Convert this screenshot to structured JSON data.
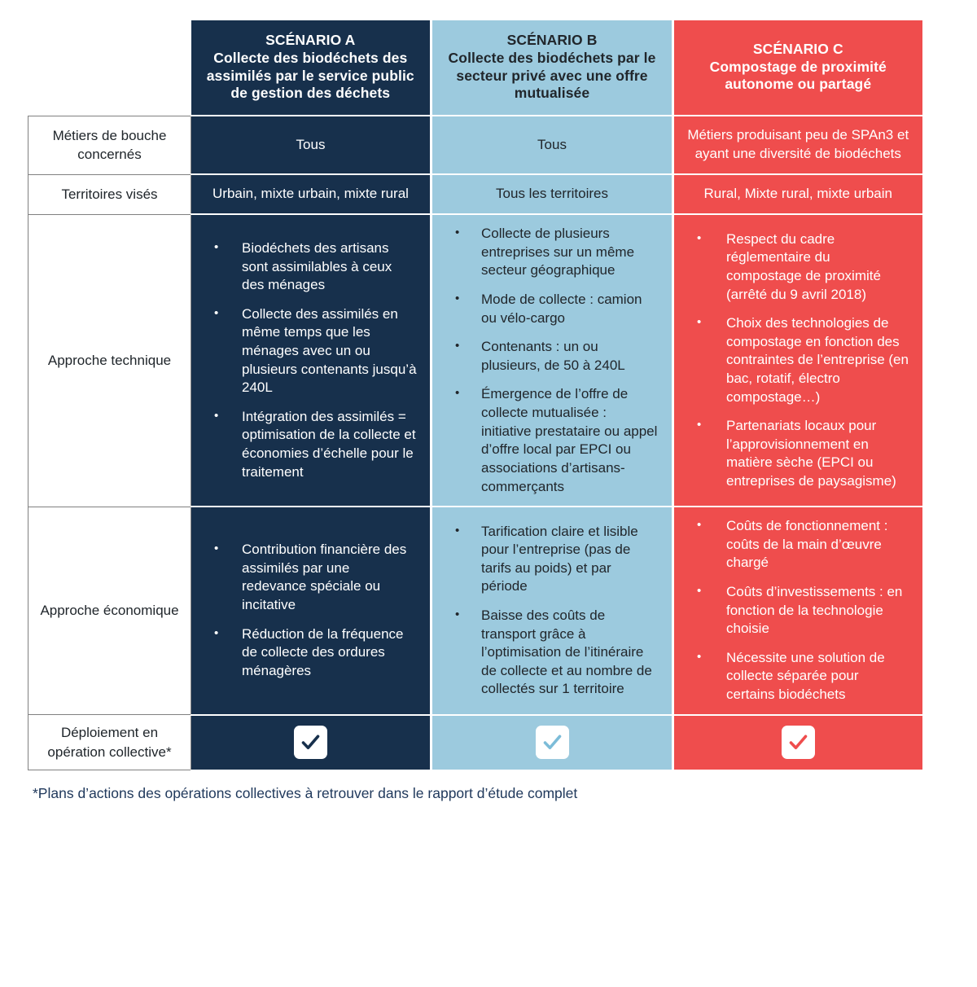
{
  "columns": [
    {
      "key": "a",
      "scenario": "SCÉNARIO A",
      "title": "Collecte des biodéchets des assimilés par le service public de gestion des déchets",
      "color": "#17304c",
      "text_color": "#ffffff"
    },
    {
      "key": "b",
      "scenario": "SCÉNARIO B",
      "title": "Collecte des biodéchets par le secteur privé avec une offre mutualisée",
      "color": "#9ccade",
      "text_color": "#21262b"
    },
    {
      "key": "c",
      "scenario": "SCÉNARIO C",
      "title": "Compostage de proximité autonome ou partagé",
      "color": "#ef4d4d",
      "text_color": "#ffffff"
    }
  ],
  "rows": [
    {
      "label": "Métiers de bouche concernés",
      "a": {
        "text": "Tous"
      },
      "b": {
        "text": "Tous"
      },
      "c": {
        "text": "Métiers produisant peu de SPAn3 et ayant une diversité de biodéchets"
      }
    },
    {
      "label": "Territoires visés",
      "a": {
        "text": "Urbain, mixte urbain, mixte rural"
      },
      "b": {
        "text": "Tous les territoires"
      },
      "c": {
        "text": "Rural, Mixte rural, mixte urbain"
      }
    },
    {
      "label": "Approche technique",
      "a": {
        "bullets": [
          "Biodéchets des artisans sont assimilables à ceux des ménages",
          "Collecte des assimilés en même temps que les ménages avec un ou plusieurs contenants jusqu’à 240L",
          "Intégration des assimilés = optimisation de la collecte et économies d’échelle pour le traitement"
        ]
      },
      "b": {
        "bullets": [
          "Collecte de plusieurs entreprises sur un même secteur géographique",
          "Mode de collecte : camion ou vélo-cargo",
          "Contenants : un ou plusieurs, de 50 à 240L",
          "Émergence de l’offre de collecte mutualisée : initiative prestataire ou appel d’offre local par EPCI ou associations d’artisans-commerçants"
        ]
      },
      "c": {
        "bullets": [
          "Respect du cadre réglementaire du compostage de proximité (arrêté du 9 avril 2018)",
          "Choix des technologies de compostage en fonction des contraintes de l’entreprise (en bac, rotatif, électro compostage…)",
          "Partenariats locaux pour l’approvisionnement en matière sèche (EPCI ou entreprises de paysagisme)"
        ]
      }
    },
    {
      "label": "Approche économique",
      "a": {
        "bullets": [
          "Contribution financière des assimilés par une redevance spéciale ou incitative",
          "Réduction de la fréquence de collecte des ordures ménagères"
        ]
      },
      "b": {
        "bullets": [
          "Tarification claire et lisible pour l’entreprise (pas de tarifs au poids) et par période",
          "Baisse des coûts de transport grâce à l’optimisation de l’itinéraire de collecte et au nombre de collectés sur 1 territoire"
        ]
      },
      "c": {
        "bullets": [
          "Coûts de fonctionnement : coûts de la main d’œuvre chargé",
          "Coûts d’investissements : en fonction de la technologie choisie",
          "Nécessite une solution de collecte séparée pour certains biodéchets"
        ]
      }
    },
    {
      "label": "Déploiement en opération collective*",
      "a": {
        "check": true,
        "check_color": "#17304c"
      },
      "b": {
        "check": true,
        "check_color": "#7cbcd8"
      },
      "c": {
        "check": true,
        "check_color": "#ef4d4d"
      }
    }
  ],
  "footnote": "*Plans d’actions des opérations collectives à retrouver dans le rapport d’étude complet",
  "icons": {
    "check": "check-icon"
  }
}
